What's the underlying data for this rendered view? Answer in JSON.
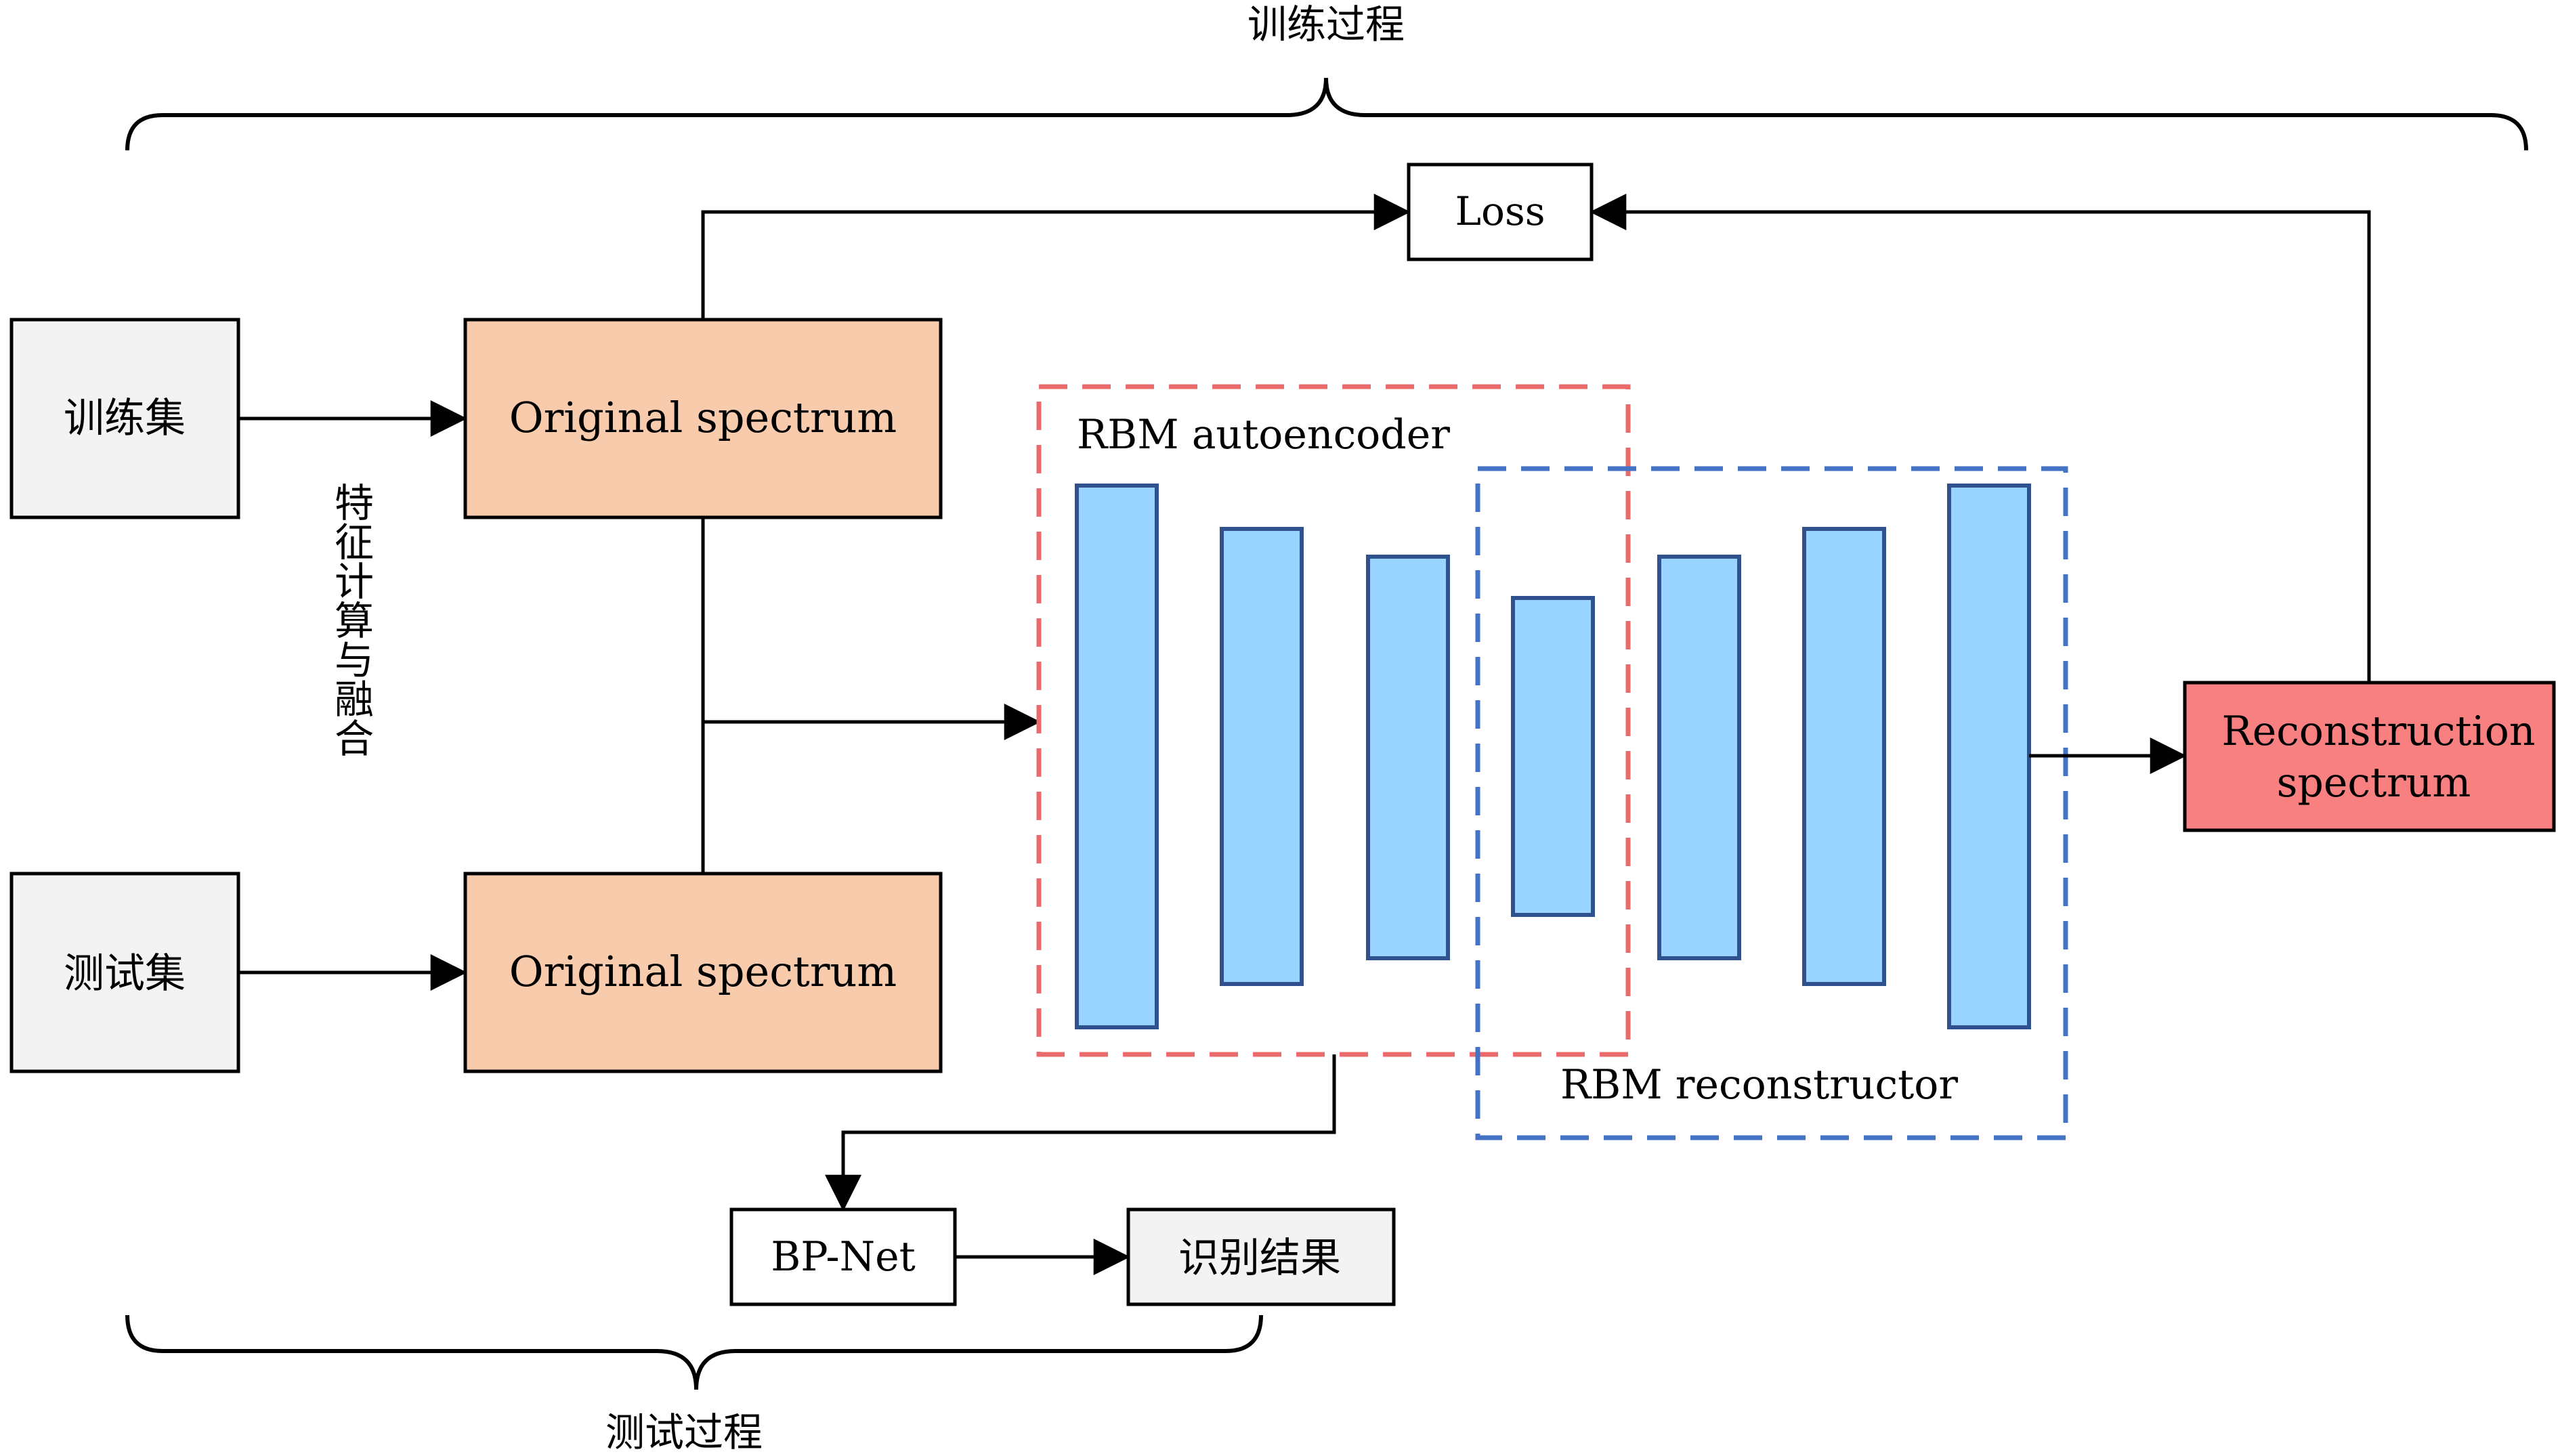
{
  "train_process_label": "训练过程",
  "test_process_label": "测试过程",
  "loss_label": "Loss",
  "train_set_label": "训练集",
  "test_set_label": "测试集",
  "original_spectrum_train_label": "Original spectrum",
  "original_spectrum_test_label": "Original spectrum",
  "feature_fusion_label": "特征计算与融合",
  "rbm_autoencoder_label": "RBM autoencoder",
  "rbm_reconstructor_label": "RBM reconstructor",
  "reconstruction_label_line1": "Reconstruction",
  "reconstruction_label_line2": "spectrum",
  "bp_net_label": "BP-Net",
  "result_label": "识别结果",
  "colors": {
    "set_box_fill": "#f3f3f3",
    "original_fill": "#f8cbad",
    "layer_fill": "#99d3ff",
    "layer_stroke": "#2f528f",
    "autoencoder_dash": "#ea6b6b",
    "reconstructor_dash": "#4472c4",
    "reconstruction_fill": "#f88080"
  }
}
